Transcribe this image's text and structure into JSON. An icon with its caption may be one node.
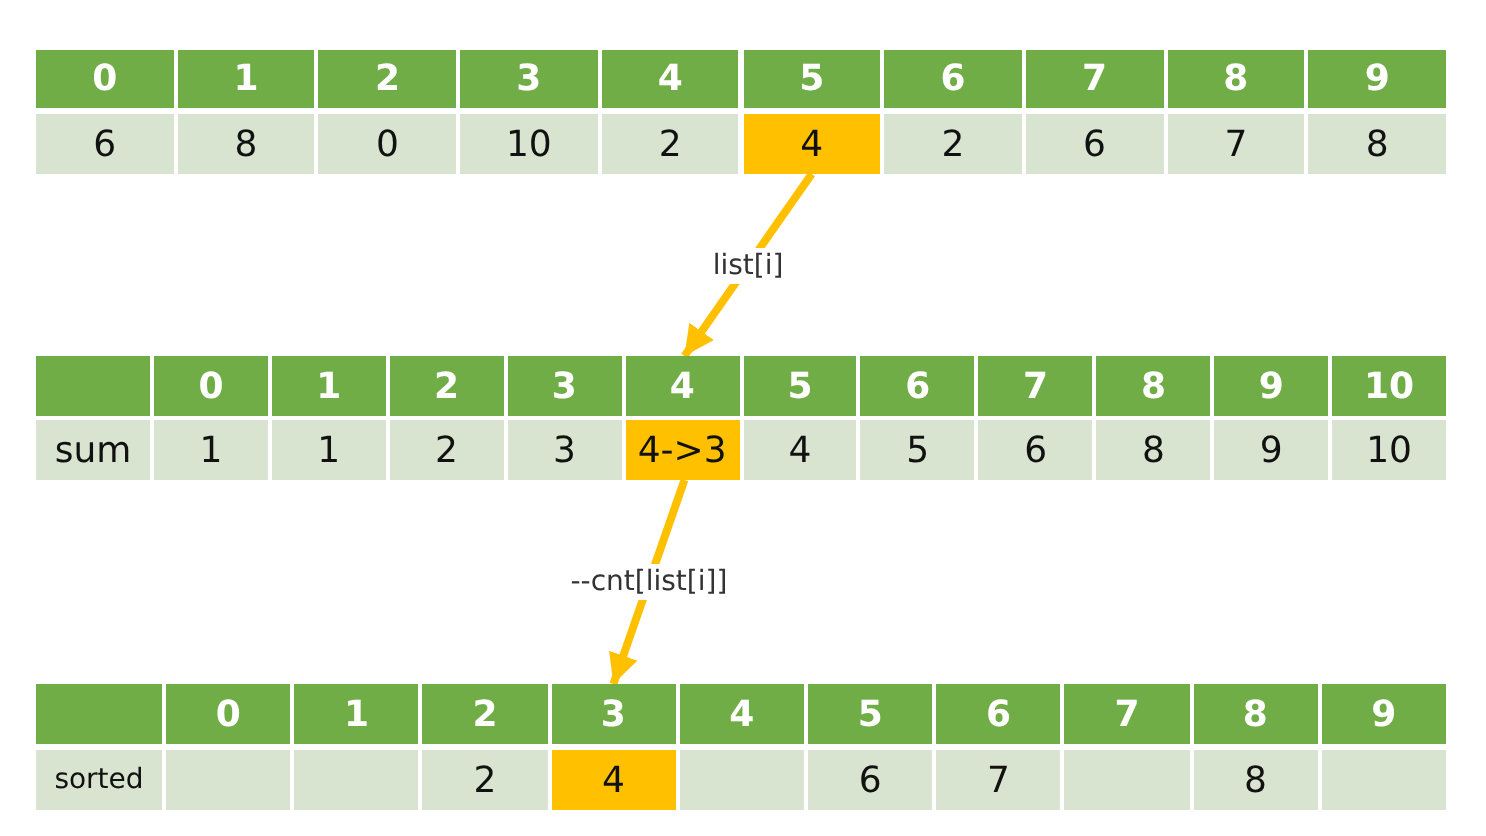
{
  "diagram": {
    "nodes": [
      {
        "text": [
          "4"
        ]
      },
      {
        "text": [
          "4"
        ]
      },
      {
        "text": [
          "4->3"
        ]
      },
      {
        "text": [
          "3"
        ]
      },
      {
        "text": [
          "4"
        ]
      }
    ],
    "edges": [
      {
        "from": 0,
        "to": 1,
        "arrow": "to",
        "label": "list[i]"
      },
      {
        "from": 2,
        "to": 3,
        "arrow": "to",
        "label": "--cnt[list[i]]"
      }
    ],
    "labels": [
      "0",
      "1",
      "2",
      "3",
      "4",
      "5",
      "6",
      "7",
      "8",
      "9",
      "6",
      "8",
      "0",
      "10",
      "2",
      "2",
      "6",
      "7",
      "8",
      "0",
      "1",
      "2",
      "3",
      "5",
      "6",
      "7",
      "8",
      "9",
      "10",
      "sum",
      "1",
      "1",
      "2",
      "3",
      "4",
      "5",
      "6",
      "8",
      "9",
      "10",
      "0",
      "1",
      "2",
      "4",
      "5",
      "6",
      "7",
      "8",
      "9",
      "sorted",
      "2",
      "6",
      "7",
      "8"
    ]
  }
}
